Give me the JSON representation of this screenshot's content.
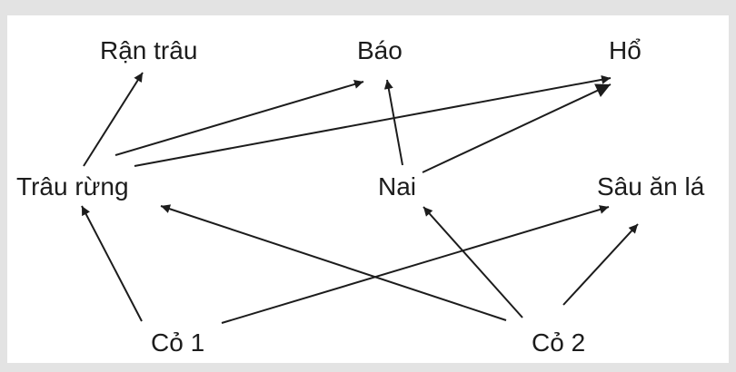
{
  "diagram": {
    "nodes": {
      "ran_trau": "Rận trâu",
      "bao": "Báo",
      "ho": "Hổ",
      "trau_rung": "Trâu rừng",
      "nai": "Nai",
      "sau_an_la": "Sâu ăn lá",
      "co1": "Cỏ 1",
      "co2": "Cỏ 2"
    },
    "edges": [
      [
        "trau_rung",
        "ran_trau"
      ],
      [
        "trau_rung",
        "bao"
      ],
      [
        "trau_rung",
        "ho"
      ],
      [
        "nai",
        "bao"
      ],
      [
        "nai",
        "ho"
      ],
      [
        "co1",
        "trau_rung"
      ],
      [
        "co1",
        "sau_an_la"
      ],
      [
        "co2",
        "trau_rung"
      ],
      [
        "co2",
        "nai"
      ],
      [
        "co2",
        "sau_an_la"
      ]
    ],
    "line_color": "#1c1c1c"
  }
}
